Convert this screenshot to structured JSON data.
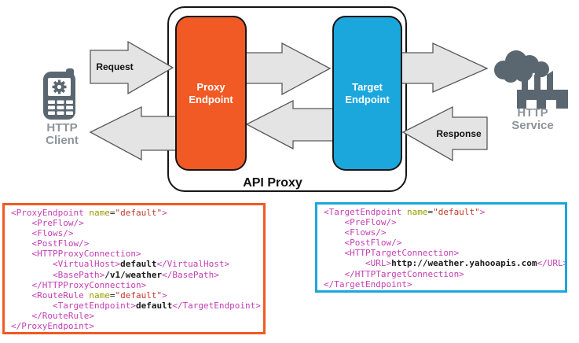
{
  "diagram": {
    "api_proxy_label": "API Proxy",
    "proxy_endpoint_label": [
      "Proxy",
      "Endpoint"
    ],
    "target_endpoint_label": [
      "Target",
      "Endpoint"
    ],
    "request_label": "Request",
    "response_label": "Response",
    "http_client_label": [
      "HTTP",
      "Client"
    ],
    "http_service_label": [
      "HTTP",
      "Service"
    ],
    "icons": {
      "client": "mobile-phone-icon",
      "service": "factory-icon"
    }
  },
  "colors": {
    "accent_orange": "#F15A24",
    "accent_blue": "#1BA7DC",
    "icon_gray": "#5B6770",
    "label_gray": "#8D949B",
    "arrow_fill": "#E4E4E5",
    "arrow_stroke": "#58595B",
    "code_tag": "#C33EB3",
    "code_attr_name": "#999900",
    "code_attr_value": "#C0392B",
    "code_text": "#1A1A1A"
  },
  "code_blocks": [
    {
      "name": "proxy-endpoint-xml",
      "border_color": "#F15A24",
      "lines": [
        [
          {
            "t": "<ProxyEndpoint ",
            "c": "tag"
          },
          {
            "t": "name",
            "c": "attr"
          },
          {
            "t": "=",
            "c": "plain"
          },
          {
            "t": "\"default\"",
            "c": "val"
          },
          {
            "t": ">",
            "c": "tag"
          }
        ],
        [
          {
            "t": "    <PreFlow/>",
            "c": "tag"
          }
        ],
        [
          {
            "t": "    <Flows/>",
            "c": "tag"
          }
        ],
        [
          {
            "t": "    <PostFlow/>",
            "c": "tag"
          }
        ],
        [
          {
            "t": "    <HTTPProxyConnection>",
            "c": "tag"
          }
        ],
        [
          {
            "t": "        <VirtualHost>",
            "c": "tag"
          },
          {
            "t": "default",
            "c": "txt"
          },
          {
            "t": "</VirtualHost>",
            "c": "tag"
          }
        ],
        [
          {
            "t": "        <BasePath>",
            "c": "tag"
          },
          {
            "t": "/v1/weather",
            "c": "txt"
          },
          {
            "t": "</BasePath>",
            "c": "tag"
          }
        ],
        [
          {
            "t": "    </HTTPProxyConnection>",
            "c": "tag"
          }
        ],
        [
          {
            "t": "    <RouteRule ",
            "c": "tag"
          },
          {
            "t": "name",
            "c": "attr"
          },
          {
            "t": "=",
            "c": "plain"
          },
          {
            "t": "\"default\"",
            "c": "val"
          },
          {
            "t": ">",
            "c": "tag"
          }
        ],
        [
          {
            "t": "        <TargetEndpoint>",
            "c": "tag"
          },
          {
            "t": "default",
            "c": "txt"
          },
          {
            "t": "</TargetEndpoint>",
            "c": "tag"
          }
        ],
        [
          {
            "t": "    </RouteRule>",
            "c": "tag"
          }
        ],
        [
          {
            "t": "</ProxyEndpoint>",
            "c": "tag"
          }
        ]
      ]
    },
    {
      "name": "target-endpoint-xml",
      "border_color": "#1BA7DC",
      "lines": [
        [
          {
            "t": "<TargetEndpoint ",
            "c": "tag"
          },
          {
            "t": "name",
            "c": "attr"
          },
          {
            "t": "=",
            "c": "plain"
          },
          {
            "t": "\"default\"",
            "c": "val"
          },
          {
            "t": ">",
            "c": "tag"
          }
        ],
        [
          {
            "t": "    <PreFlow/>",
            "c": "tag"
          }
        ],
        [
          {
            "t": "    <Flows/>",
            "c": "tag"
          }
        ],
        [
          {
            "t": "    <PostFlow/>",
            "c": "tag"
          }
        ],
        [
          {
            "t": "    <HTTPTargetConnection>",
            "c": "tag"
          }
        ],
        [
          {
            "t": "        <URL>",
            "c": "tag"
          },
          {
            "t": "http://weather.yahooapis.com",
            "c": "txt"
          },
          {
            "t": "</URL>",
            "c": "tag"
          }
        ],
        [
          {
            "t": "    </HTTPTargetConnection>",
            "c": "tag"
          }
        ],
        [
          {
            "t": "</TargetEndpoint>",
            "c": "tag"
          }
        ]
      ]
    }
  ]
}
